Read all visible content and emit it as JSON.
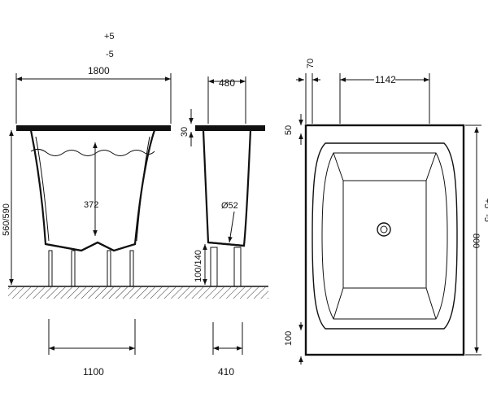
{
  "dims": {
    "tol_plus": "+5",
    "tol_minus": "-5",
    "length": "1800",
    "depth": "372",
    "height": "560/590",
    "feet_span": "1100",
    "side_width": "480",
    "rim": "30",
    "drain": "Ø52",
    "feet_height": "100/140",
    "side_feet_span": "410",
    "top_offset": "70",
    "inner_length": "1142",
    "rim_top": "50",
    "rim_bottom": "100",
    "width": "800"
  }
}
